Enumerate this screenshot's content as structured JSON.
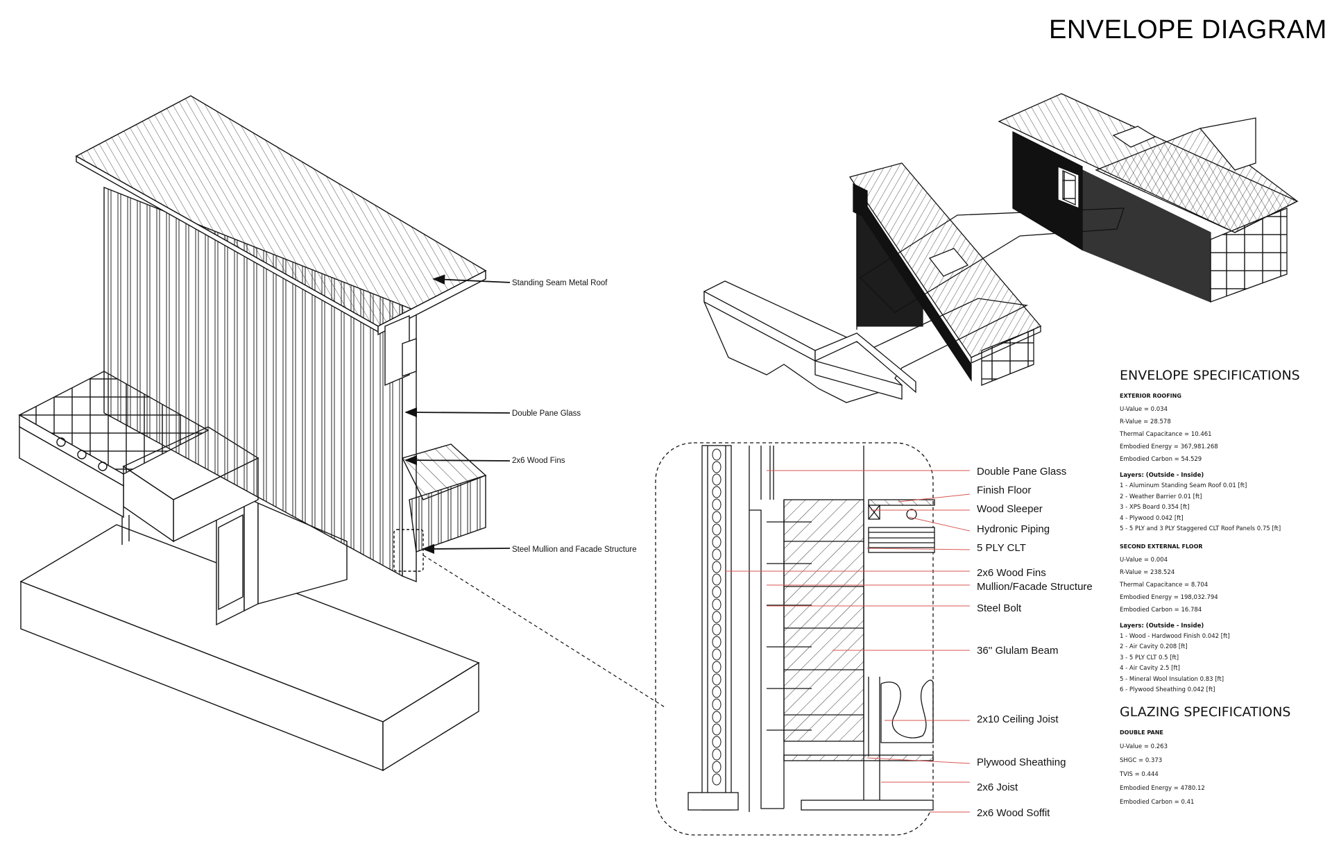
{
  "title": "ENVELOPE DIAGRAM",
  "isometric_callouts": [
    "Standing Seam Metal Roof",
    "Double Pane Glass",
    "2x6 Wood Fins",
    "Steel Mullion and Facade Structure"
  ],
  "detail_labels": [
    "Double Pane Glass",
    "Finish Floor",
    "Wood Sleeper",
    "Hydronic Piping",
    "5 PLY CLT",
    "2x6 Wood Fins",
    "Mullion/Facade Structure",
    "Steel Bolt",
    "36'' Glulam Beam",
    "2x10 Ceiling Joist",
    "Plywood Sheathing",
    "2x6 Joist",
    "2x6 Wood Soffit"
  ],
  "envelope_specs": {
    "title": "ENVELOPE SPECIFICATIONS",
    "exterior_roofing": {
      "heading": "EXTERIOR ROOFING",
      "values": [
        "U-Value = 0.034",
        "R-Value = 28.578",
        "Thermal Capacitance = 10.461",
        "Embodied Energy = 367,981.268",
        "Embodied Carbon = 54.529"
      ],
      "layers_heading": "Layers: (Outside - Inside)",
      "layers": [
        "1 - Aluminum Standing Seam Roof 0.01 [ft]",
        "2 - Weather Barrier 0.01 [ft]",
        "3 - XPS Board 0.354 [ft]",
        "4 - Plywood 0.042 [ft]",
        "5 - 5 PLY and 3 PLY Staggered CLT Roof Panels 0.75 [ft]"
      ]
    },
    "second_external_floor": {
      "heading": "SECOND EXTERNAL FLOOR",
      "values": [
        "U-Value = 0.004",
        "R-Value = 238.524",
        "Thermal Capacitance = 8.704",
        "Embodied Energy = 198,032.794",
        "Embodied Carbon = 16.784"
      ],
      "layers_heading": "Layers: (Outside - Inside)",
      "layers": [
        "1 - Wood - Hardwood Finish 0.042 [ft]",
        "2 - Air Cavity 0.208 [ft]",
        "3 - 5 PLY CLT 0.5 [ft]",
        "4 - Air Cavity 2.5 [ft]",
        "5 - Mineral Wool Insulation 0.83 [ft]",
        "6 - Plywood Sheathing 0.042 [ft]"
      ]
    }
  },
  "glazing_specs": {
    "title": "GLAZING SPECIFICATIONS",
    "double_pane": {
      "heading": "DOUBLE PANE",
      "values": [
        "U-Value = 0.263",
        "SHGC = 0.373",
        "TVIS = 0.444",
        "Embodied Energy = 4780.12",
        "Embodied Carbon = 0.41"
      ]
    }
  },
  "colors": {
    "line": "#111111",
    "leader_red": "#d9534f"
  }
}
